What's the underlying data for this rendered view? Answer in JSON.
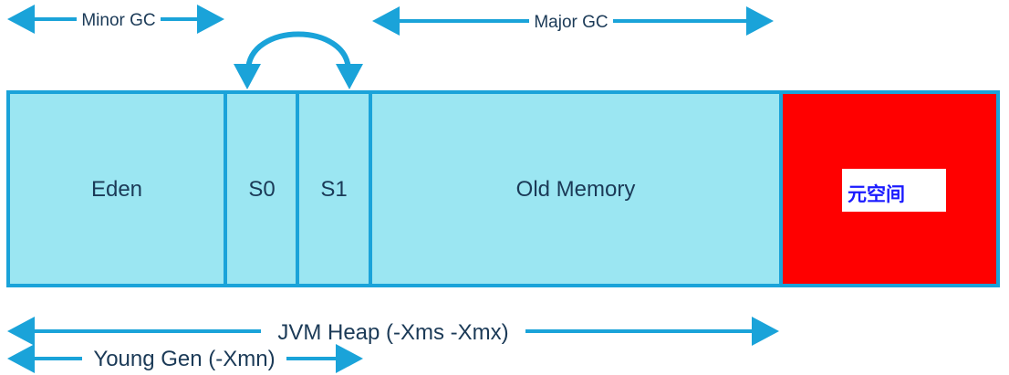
{
  "colors": {
    "arrow": "#1aa3d9",
    "block_fill": "#9be6f2",
    "block_border": "#1aa3d9",
    "metaspace_fill": "#ff0000",
    "label_text": "#1b3a57",
    "metaspace_text": "#1a1aff"
  },
  "regions": {
    "eden": "Eden",
    "s0": "S0",
    "s1": "S1",
    "old": "Old Memory",
    "metaspace": "元空间"
  },
  "arrows": {
    "minor_gc": "Minor GC",
    "major_gc": "Major GC",
    "jvm_heap": "JVM Heap (-Xms -Xmx)",
    "young_gen": "Young Gen (-Xmn)"
  }
}
